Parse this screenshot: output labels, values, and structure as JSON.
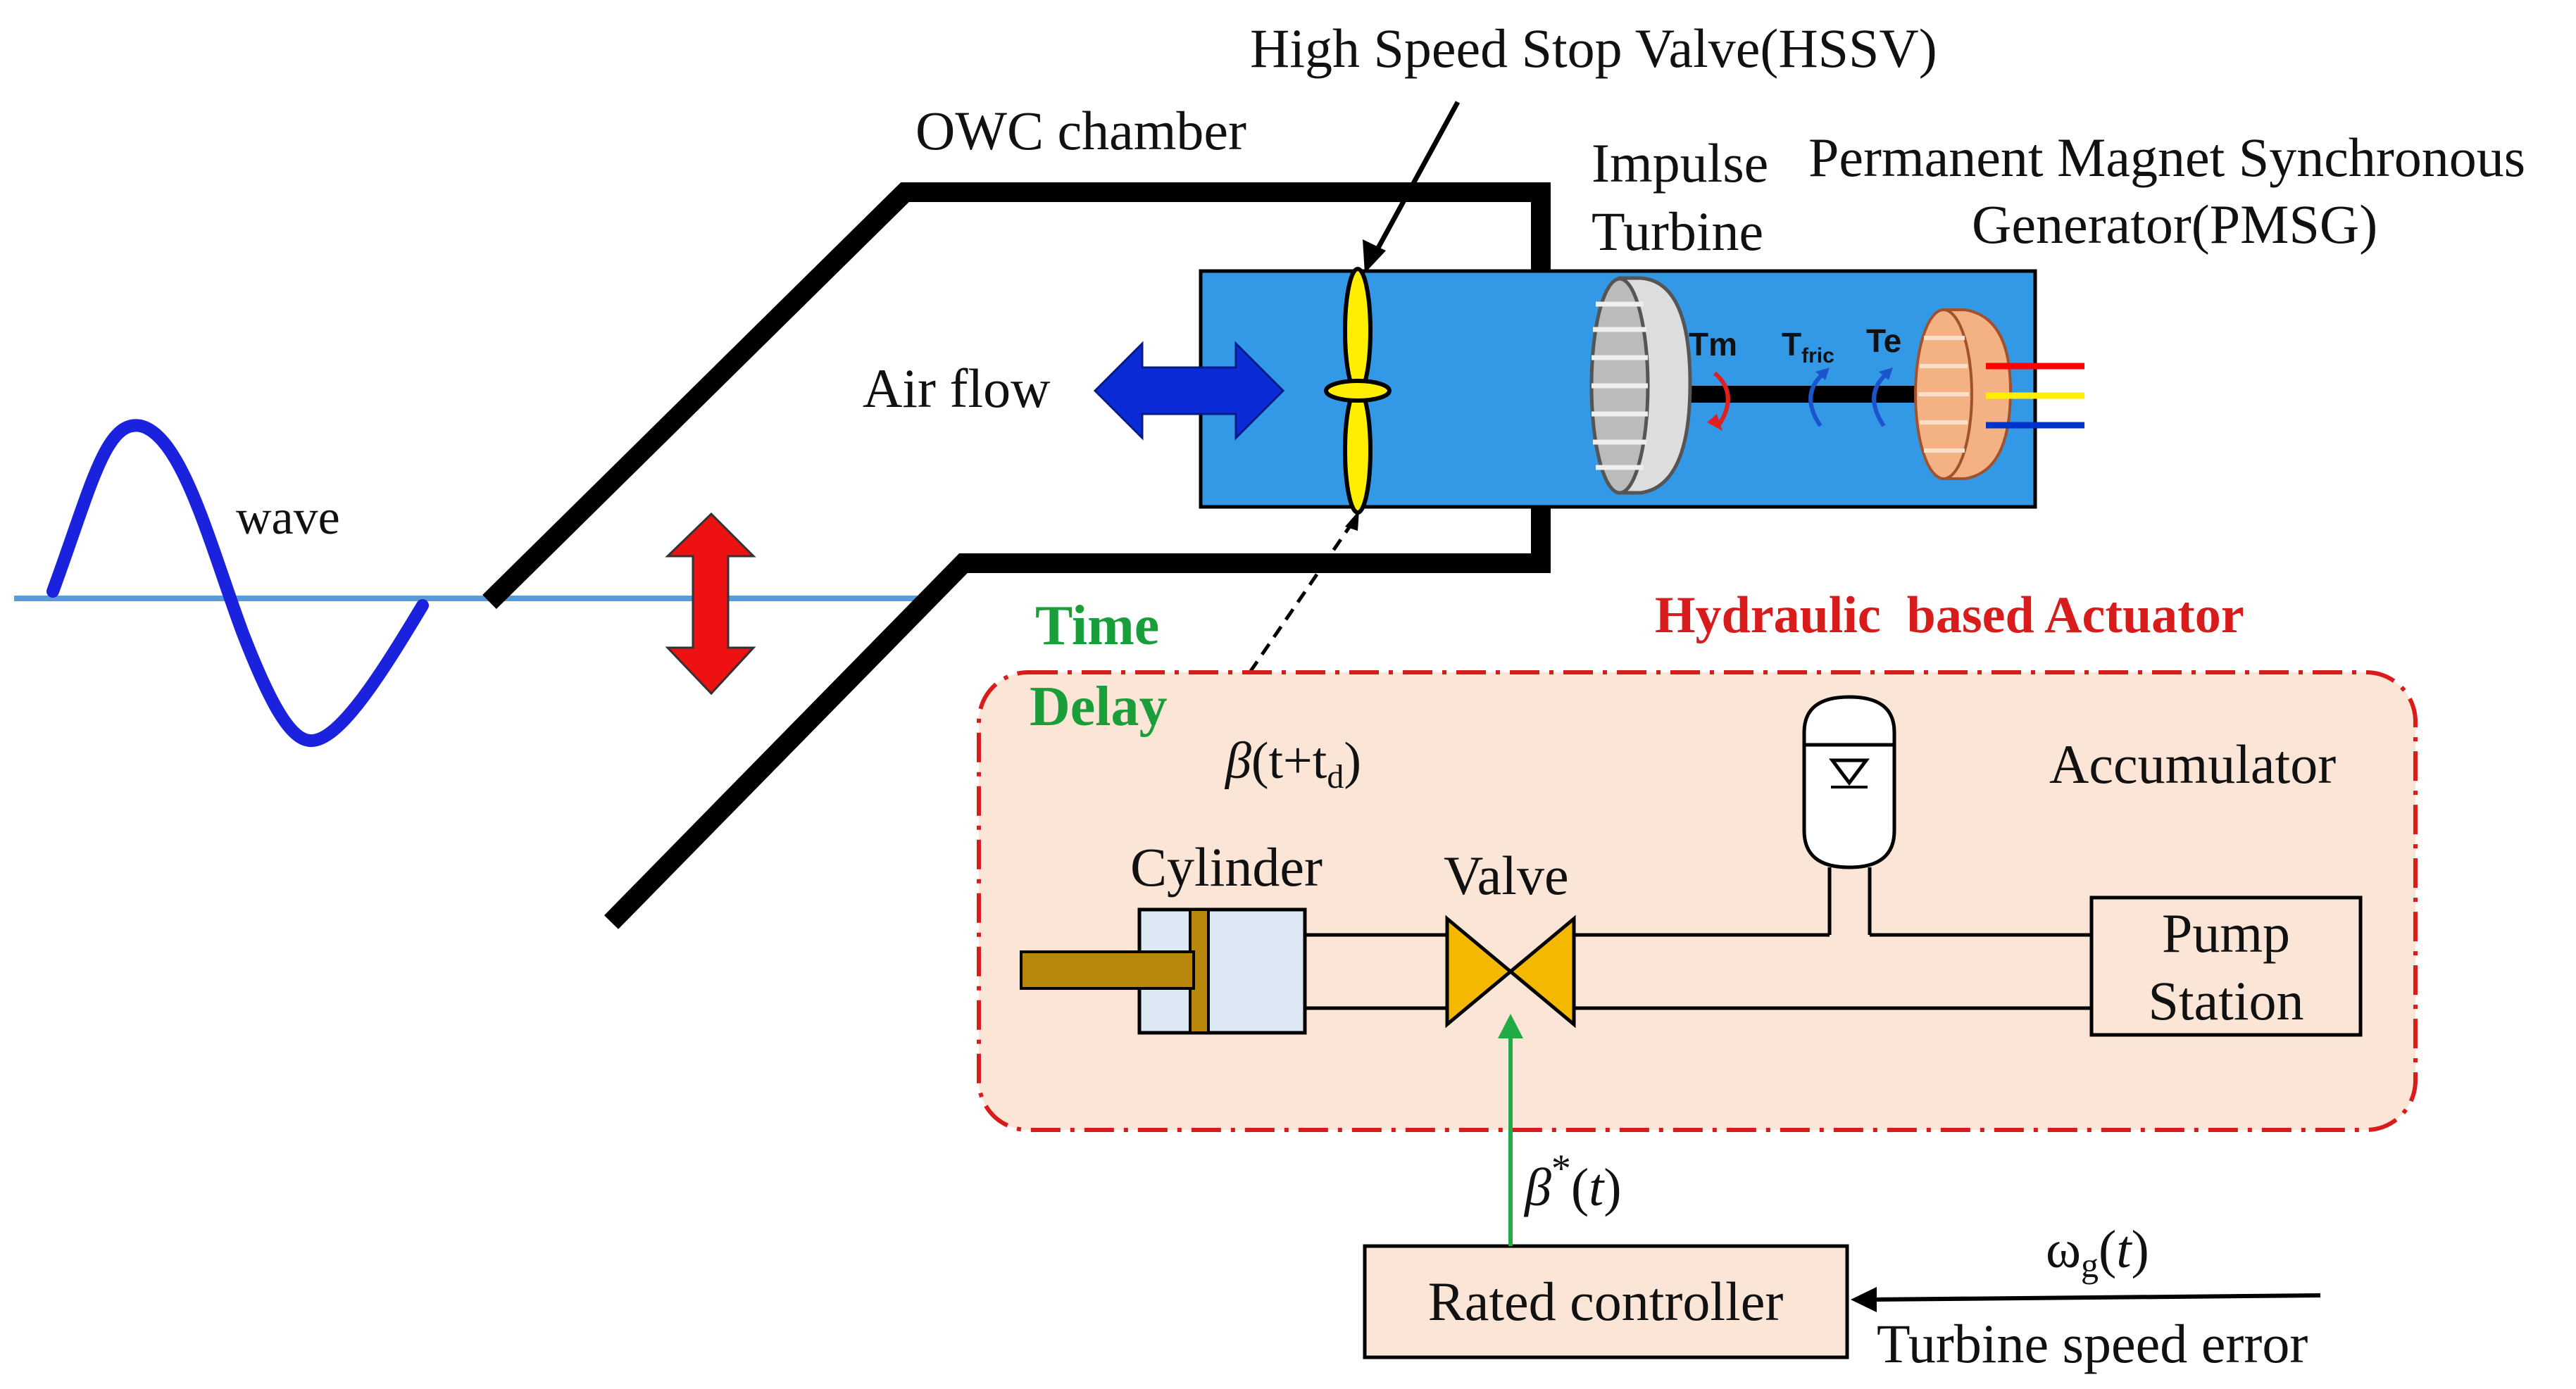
{
  "labels": {
    "hssv": "High Speed Stop Valve(HSSV)",
    "owc_chamber": "OWC chamber",
    "impulse_line1": "Impulse",
    "impulse_line2": "Turbine",
    "pmsg_line1": "Permanent Magnet Synchronous",
    "pmsg_line2": "Generator(PMSG)",
    "air_flow": "Air flow",
    "wave": "wave",
    "tm": "Tm",
    "tfric_t": "T",
    "tfric_sub": "fric",
    "te": "Te",
    "time": "Time",
    "delay": "Delay",
    "hydraulic_title": "Hydraulic  based Actuator",
    "beta": "β",
    "beta_delay_open": "(t+t",
    "beta_delay_sub": "d",
    "beta_delay_close": ")",
    "accumulator": "Accumulator",
    "cylinder": "Cylinder",
    "valve": "Valve",
    "pump_line1": "Pump",
    "pump_line2": "Station",
    "beta_star_base": "β",
    "beta_star_sup": "*",
    "beta_star_arg_open": "(",
    "beta_star_arg_t": "t",
    "beta_star_arg_close": ")",
    "rated_controller": "Rated controller",
    "omega": "ω",
    "omega_sub": "g",
    "omega_arg_open": "(",
    "omega_arg_t": "t",
    "omega_arg_close": ")",
    "speed_error": "Turbine speed error"
  },
  "colors": {
    "duct": "#3399e6",
    "blade": "#ffee00",
    "airflow_arrow": "#0a2bd6",
    "wave_line": "#1a22dd",
    "water_line": "#5b9bd5",
    "red_arrow": "#ee1111",
    "time_delay_text": "#1a9e3a",
    "hydraulic_title": "#d81b1b",
    "actuator_fill": "#fbe5d6",
    "actuator_border": "#d81b1b",
    "generator": "#f4b183",
    "turbine": "#bbbbbb",
    "valve_fill": "#f5b800",
    "rod": "#b8860b",
    "cylinder_fill": "#dde8f5",
    "control_arrow": "#22aa44",
    "tm_arrow": "#e02020",
    "torque_arrow": "#1a55cc",
    "phase_red": "#ff0000",
    "phase_yellow": "#ffee00",
    "phase_blue": "#0033cc"
  }
}
